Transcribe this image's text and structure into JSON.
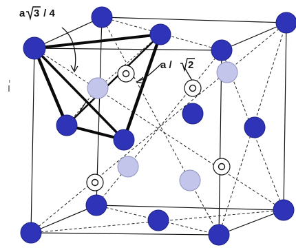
{
  "labels": {
    "tetra_edge_prefix": "a",
    "tetra_edge_radicand": "3",
    "tetra_edge_suffix": " / 4",
    "face_diag_prefix": "a / ",
    "face_diag_radicand": "2"
  },
  "colors": {
    "dark_atom": "#2e33b8",
    "light_atom": "#c3c6ea",
    "line": "#111111",
    "background": "#ffffff"
  },
  "legend": {
    "dark_atom": "blue-circle",
    "light_atom": "light-blue-circle",
    "hole": "ring-with-small-circle"
  }
}
